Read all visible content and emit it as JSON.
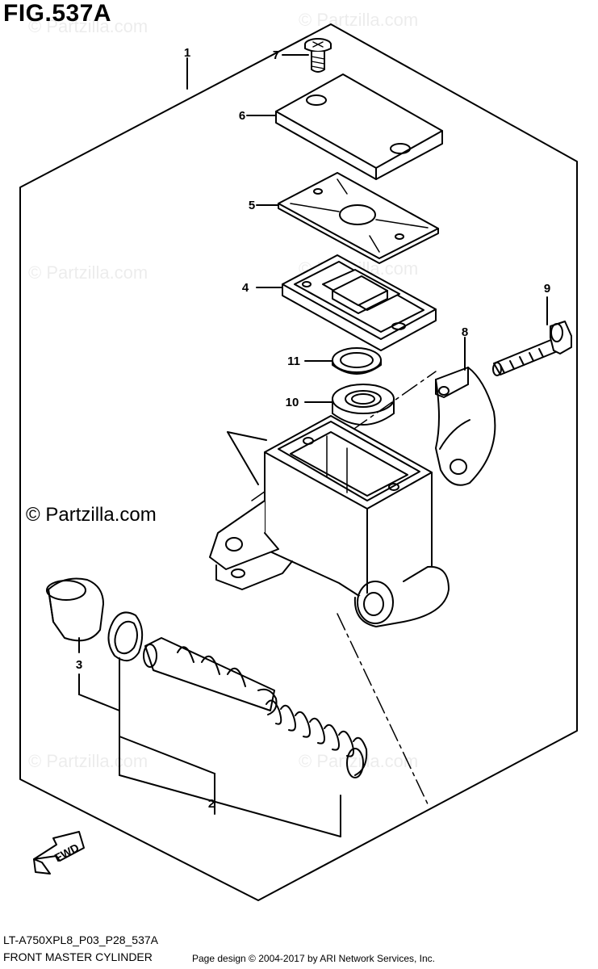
{
  "figure": {
    "title": "FIG.537A",
    "model_code": "LT-A750XPL8_P03_P28_537A",
    "assembly_name": "FRONT MASTER CYLINDER",
    "copyright_footer": "Page design © 2004-2017 by ARI Network Services, Inc."
  },
  "watermark": {
    "text": "© Partzilla.com"
  },
  "direction_arrow": {
    "label": "FWD"
  },
  "callouts": [
    {
      "number": "1"
    },
    {
      "number": "2"
    },
    {
      "number": "3"
    },
    {
      "number": "4"
    },
    {
      "number": "5"
    },
    {
      "number": "6"
    },
    {
      "number": "7"
    },
    {
      "number": "8"
    },
    {
      "number": "9"
    },
    {
      "number": "10"
    },
    {
      "number": "11"
    }
  ]
}
